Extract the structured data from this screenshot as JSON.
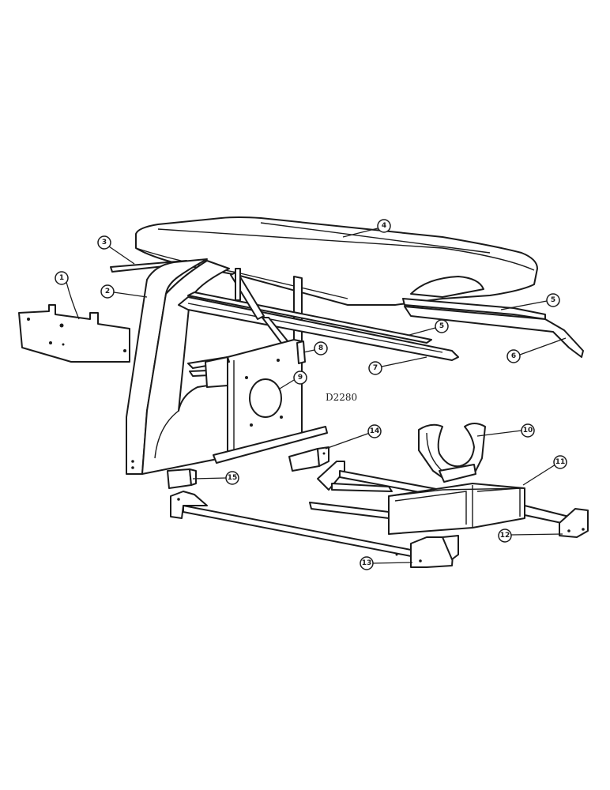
{
  "drawing_number": "D2280",
  "callouts": [
    "1",
    "2",
    "3",
    "4",
    "5",
    "5",
    "6",
    "7",
    "8",
    "9",
    "10",
    "11",
    "12",
    "13",
    "14",
    "15"
  ],
  "colors": {
    "ink": "#1a1a1a",
    "paper": "#ffffff"
  }
}
